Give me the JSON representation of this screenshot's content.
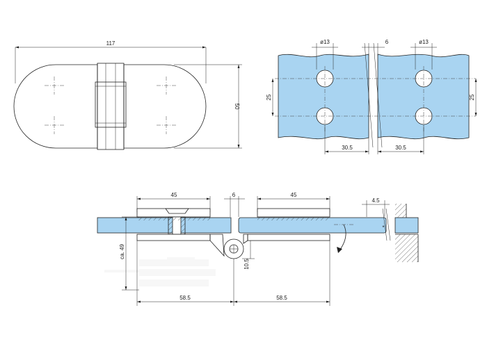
{
  "dimensions": {
    "plan_width": "117",
    "plan_height": "50",
    "hole_dia_left": "ø13",
    "hole_dia_right": "ø13",
    "gap": "6",
    "hole_spacing_left": "25",
    "hole_spacing_right": "25",
    "edge_left": "30.5",
    "edge_right": "30.5",
    "plate_left": "45",
    "gap_side": "6",
    "plate_right": "45",
    "offset": "4.5",
    "height_ca": "ca. 49",
    "pin_offset": "10.5",
    "leaf_left": "58.5",
    "leaf_right": "58.5",
    "asterisk": "*"
  },
  "colors": {
    "glass": "#a9d4f1",
    "line": "#222222"
  }
}
